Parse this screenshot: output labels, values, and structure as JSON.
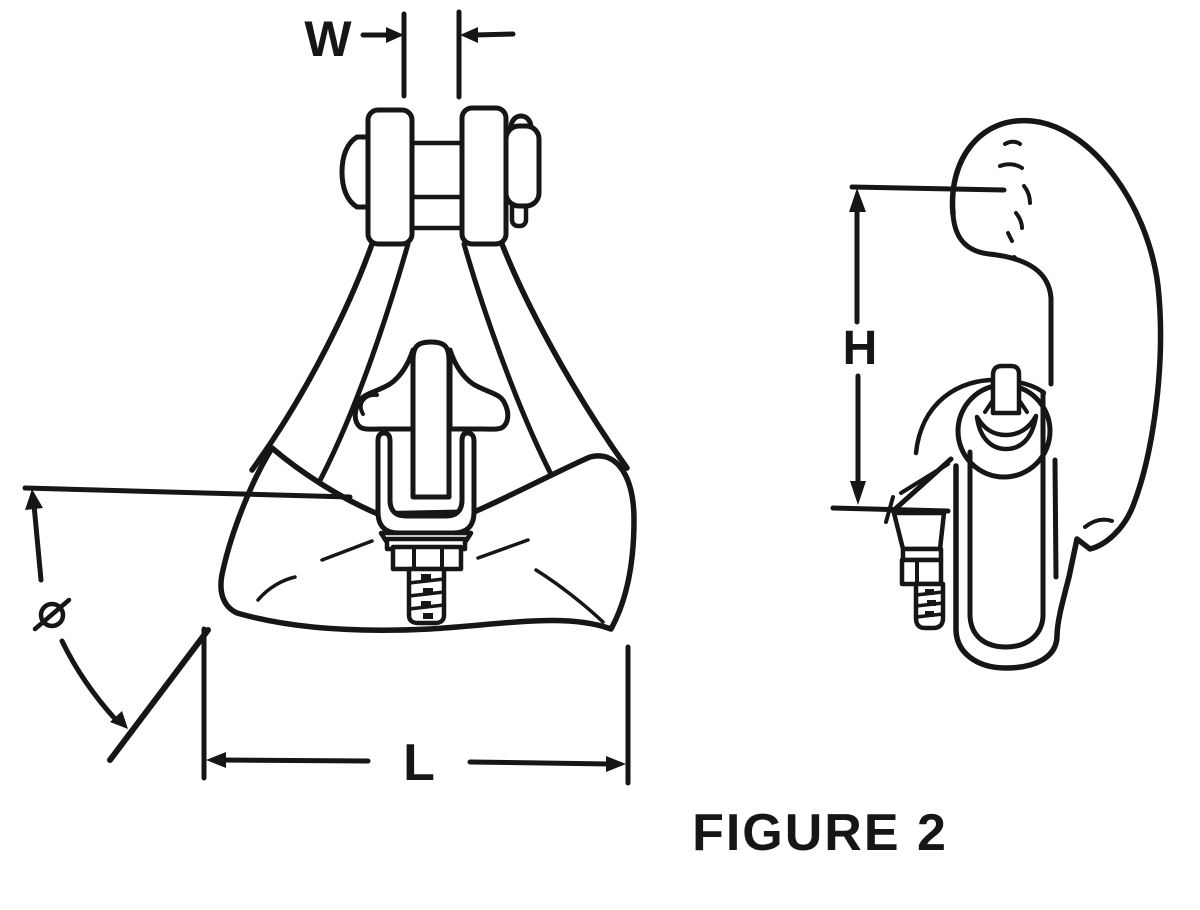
{
  "caption": "FIGURE 2",
  "labels": {
    "width": "W",
    "height": "H",
    "length": "L",
    "angle": "φ"
  },
  "colors": {
    "ink": "#161616",
    "paper": "#ffffff"
  }
}
